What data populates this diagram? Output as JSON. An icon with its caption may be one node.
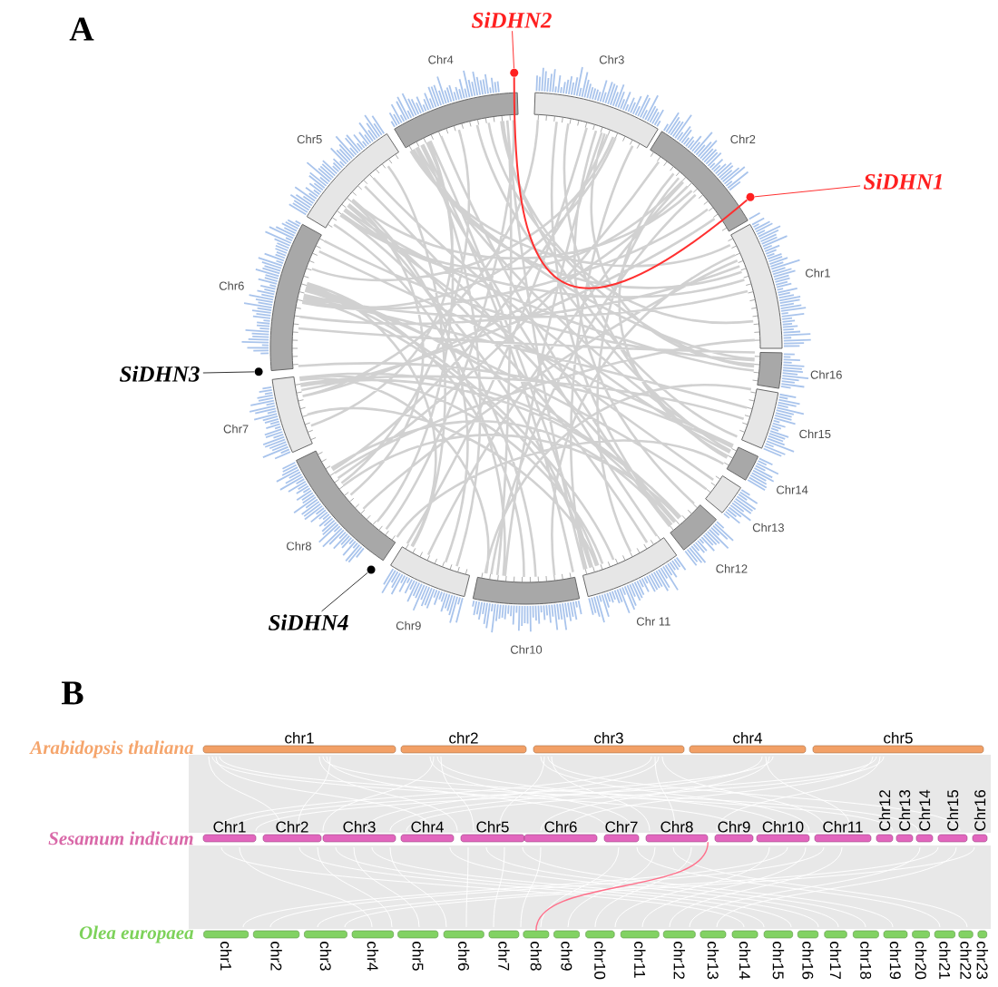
{
  "diagram": {
    "nodes": [
      {
        "text": [
          "Chr1"
        ]
      },
      {
        "text": [
          "Chr2"
        ]
      },
      {
        "text": [
          "Chr3"
        ]
      },
      {
        "text": [
          "Chr4"
        ]
      },
      {
        "text": [
          "Chr5"
        ]
      },
      {
        "text": [
          "Chr6"
        ]
      },
      {
        "text": [
          "Chr7"
        ]
      },
      {
        "text": [
          "Chr8"
        ]
      },
      {
        "text": [
          "Chr9"
        ]
      },
      {
        "text": [
          "Chr10"
        ]
      },
      {
        "text": [
          "Chr 11"
        ]
      },
      {
        "text": [
          "Chr12"
        ]
      },
      {
        "text": [
          "Chr13"
        ]
      },
      {
        "text": [
          "Chr14"
        ]
      },
      {
        "text": [
          "Chr15"
        ]
      },
      {
        "text": [
          "Chr16"
        ]
      },
      {
        "text": [
          "SiDHN1"
        ]
      },
      {
        "text": [
          "SiDHN2"
        ]
      },
      {
        "text": [
          "SiDHN3"
        ]
      },
      {
        "text": [
          "SiDHN4"
        ]
      },
      {
        "text": [],
        "shape": "circle"
      },
      {
        "text": [],
        "shape": "circle"
      },
      {
        "text": [],
        "shape": "circle"
      },
      {
        "text": [],
        "shape": "circle"
      },
      {
        "text": [
          "chr1"
        ]
      },
      {
        "text": [
          "chr2"
        ]
      },
      {
        "text": [
          "chr3"
        ]
      },
      {
        "text": [
          "chr4"
        ]
      },
      {
        "text": [
          "chr5"
        ]
      },
      {
        "text": [
          "Chr1"
        ]
      },
      {
        "text": [
          "Chr2"
        ]
      },
      {
        "text": [
          "Chr3"
        ]
      },
      {
        "text": [
          "Chr4"
        ]
      },
      {
        "text": [
          "Chr5"
        ]
      },
      {
        "text": [
          "Chr6"
        ]
      },
      {
        "text": [
          "Chr7"
        ]
      },
      {
        "text": [
          "Chr8"
        ]
      },
      {
        "text": [
          "Chr9"
        ]
      },
      {
        "text": [
          "Chr10"
        ]
      },
      {
        "text": [
          "Chr11"
        ]
      },
      {
        "text": [
          "Chr12"
        ]
      },
      {
        "text": [
          "Chr13"
        ]
      },
      {
        "text": [
          "Chr14"
        ]
      },
      {
        "text": [
          "Chr15"
        ]
      },
      {
        "text": [
          "Chr16"
        ]
      },
      {
        "text": [
          "chr1"
        ]
      },
      {
        "text": [
          "chr2"
        ]
      },
      {
        "text": [
          "chr3"
        ]
      },
      {
        "text": [
          "chr4"
        ]
      },
      {
        "text": [
          "chr5"
        ]
      },
      {
        "text": [
          "chr6"
        ]
      },
      {
        "text": [
          "chr7"
        ]
      },
      {
        "text": [
          "chr8"
        ]
      },
      {
        "text": [
          "chr9"
        ]
      },
      {
        "text": [
          "chr10"
        ]
      },
      {
        "text": [
          "chr11"
        ]
      },
      {
        "text": [
          "chr12"
        ]
      },
      {
        "text": [
          "chr13"
        ]
      },
      {
        "text": [
          "chr14"
        ]
      },
      {
        "text": [
          "chr15"
        ]
      },
      {
        "text": [
          "chr16"
        ]
      },
      {
        "text": [
          "chr17"
        ]
      },
      {
        "text": [
          "chr18"
        ]
      },
      {
        "text": [
          "chr19"
        ]
      },
      {
        "text": [
          "chr20"
        ]
      },
      {
        "text": [
          "chr21"
        ]
      },
      {
        "text": [
          "chr22"
        ]
      },
      {
        "text": [
          "chr23"
        ]
      }
    ],
    "edges": [
      {
        "from": 16,
        "to": 20,
        "arrow": "none",
        "color": "#ff3030"
      },
      {
        "from": 17,
        "to": 21,
        "arrow": "none",
        "color": "#ff3030"
      },
      {
        "from": 18,
        "to": 22,
        "arrow": "none",
        "color": "#333333"
      },
      {
        "from": 19,
        "to": 23,
        "arrow": "none",
        "color": "#333333"
      },
      {
        "from": 20,
        "to": 21,
        "arrow": "none",
        "color": "#ff3030"
      },
      {
        "from": 36,
        "to": 52,
        "arrow": "none",
        "color": "#ff6f8a"
      }
    ],
    "labels": [
      "A",
      "B",
      "Arabidopsis thaliana",
      "Sesamum indicum",
      "Olea europaea"
    ]
  }
}
